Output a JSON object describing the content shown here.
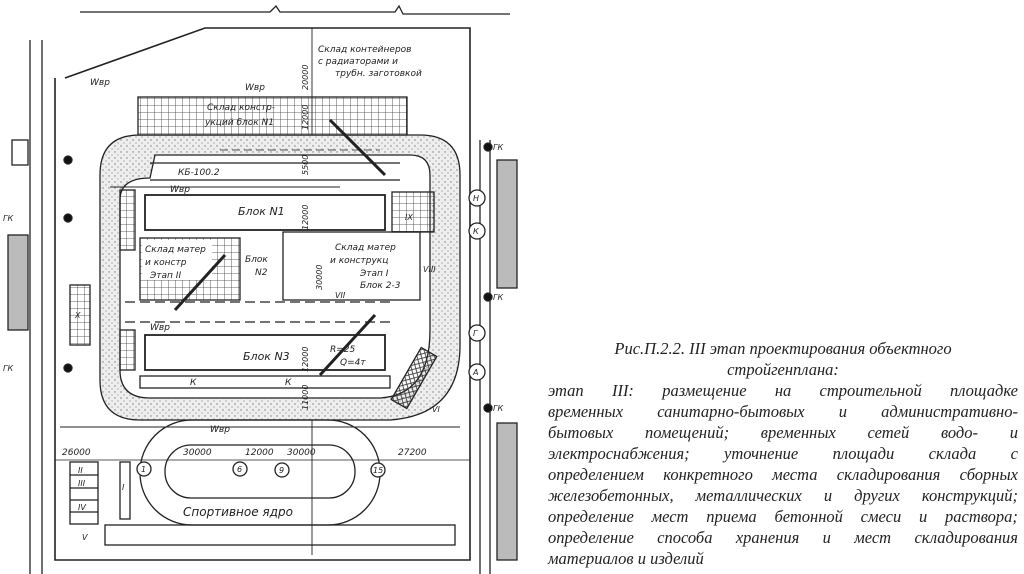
{
  "figure": {
    "labels": {
      "container_store": [
        "Склад контейнеров",
        "с радиаторами и",
        "трубн. заготовкой"
      ],
      "constr_store": [
        "Склад констр-",
        "укций блок N1"
      ],
      "crane_top": "КБ-100.2",
      "block1": "Блок N1",
      "store_left": [
        "Склад матер",
        "и констр",
        "Этап II"
      ],
      "block2": [
        "Блок",
        "N2"
      ],
      "store_right": [
        "Склад матер",
        "и конструкц",
        "Этап I",
        "Блок 2-3"
      ],
      "block3": "Блок N3",
      "crane_params": [
        "R=25",
        "Q=4т"
      ],
      "sport": "Спортивное ядро",
      "water": "Wвр",
      "cable": "К",
      "hydrant": "ГК",
      "dims_h": [
        "26000",
        "30000",
        "12000",
        "30000",
        "27200"
      ],
      "dims_v": [
        "20000",
        "12000",
        "5500",
        "12000",
        "30000",
        "12000",
        "11000"
      ],
      "axes_right": [
        "Н",
        "К",
        "Г",
        "А"
      ],
      "axes_bottom": [
        "1",
        "6",
        "9",
        "15"
      ],
      "roman": [
        "IX",
        "X",
        "VIII",
        "VII",
        "VI",
        "I",
        "II",
        "III",
        "IV",
        "V"
      ]
    }
  },
  "caption": {
    "title": [
      "Рис.П.2.2.  III этап проектирования объектного",
      "стройгенплана:"
    ],
    "lines": [
      "этап III: размещение на строительной площадке",
      "временных санитарно-бытовых и административно-",
      "бытовых помещений; временных сетей водо- и",
      "электроснабжения; уточнение площади склада с",
      "определением конкретного места складирования сборных",
      "железобетонных, металлических  и других конструкций;",
      "определение мест приема бетонной смеси и раствора;",
      "определение способа хранения и мест складирования",
      "материалов и изделий"
    ]
  }
}
